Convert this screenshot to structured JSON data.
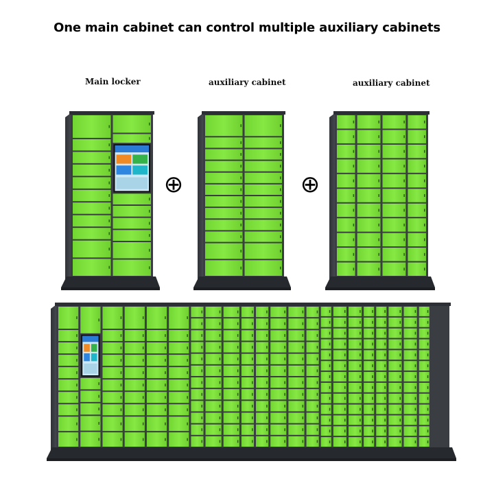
{
  "headline": "One main cabinet can control multiple auxiliary cabinets",
  "labels": {
    "main": "Main locker",
    "aux1": "auxiliary cabinet",
    "aux2": "auxiliary cabinet"
  },
  "plus_symbol": "⊕",
  "colors": {
    "door_green": "#7ee03a",
    "frame": "#3a3d42",
    "screen_bg": "#cfe8f5"
  },
  "icons": [
    "locker-cabinet",
    "touch-screen",
    "plus-icon"
  ]
}
